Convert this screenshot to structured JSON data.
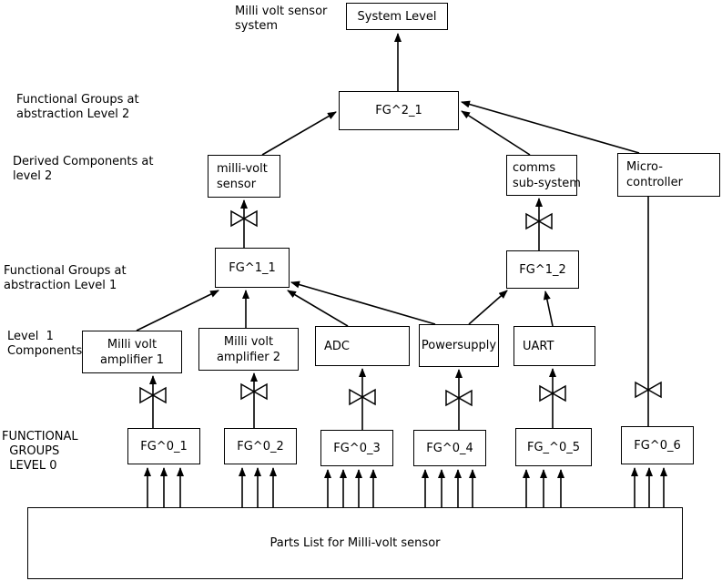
{
  "diagram_title": "Milli volt sensor system functional-group hierarchy",
  "labels": {
    "system_note": "Milli volt sensor\nsystem",
    "level2_groups": "Functional Groups at\nabstraction Level 2",
    "level2_derived": "Derived Components at\nlevel 2",
    "level1_groups": "Functional Groups at\nabstraction Level 1",
    "level1_components": "Level  1\nComponents",
    "level0_groups": "FUNCTIONAL\n  GROUPS\n  LEVEL 0"
  },
  "nodes": {
    "system_level": "System Level",
    "fg2_1": "FG^2_1",
    "millivolt_sensor": "milli-volt\nsensor",
    "comms_subsystem": "comms\nsub-system",
    "microcontroller": "Micro-\ncontroller",
    "fg1_1": "FG^1_1",
    "fg1_2": "FG^1_2",
    "amp1": "Milli volt\namplifier 1",
    "amp2": "Milli volt\namplifier 2",
    "adc": "ADC",
    "powersupply": "Powersupply",
    "uart": "UART",
    "fg0_1": "FG^0_1",
    "fg0_2": "FG^0_2",
    "fg0_3": "FG^0_3",
    "fg0_4": "FG^0_4",
    "fg0_5": "FG_^0_5",
    "fg0_6": "FG^0_6",
    "parts_list": "Parts List for Milli-volt sensor"
  },
  "colors": {
    "line": "#000000",
    "background": "#ffffff"
  }
}
